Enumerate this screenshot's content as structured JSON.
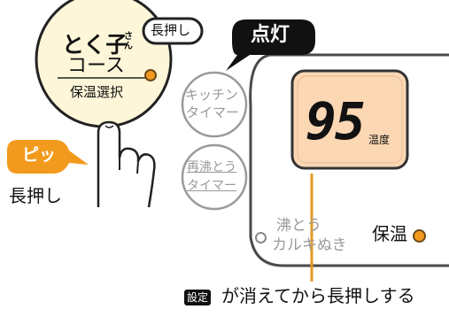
{
  "course_button": {
    "brand": "とく子",
    "brand_suffix": "さん",
    "course": "コース",
    "sub_label": "保温選択",
    "long_press_tag": "長押し"
  },
  "lamp_callout": "点灯",
  "beep": "ピッ",
  "long_press_caption": "長押し",
  "panel": {
    "kitchen_timer": [
      "キッチン",
      "タイマー"
    ],
    "reboil_timer": [
      "再沸とう",
      "タイマー"
    ],
    "boil_mode": [
      "沸とう",
      "カルキぬき"
    ],
    "keep_warm": "保温"
  },
  "display": {
    "temperature": "95",
    "unit": "温度"
  },
  "instruction": {
    "badge": "設定",
    "text": "が消えてから長押しする"
  },
  "colors": {
    "accent_orange": "#f29a1d",
    "display_bg": "#fbd7b4",
    "callout_black": "#111111"
  }
}
